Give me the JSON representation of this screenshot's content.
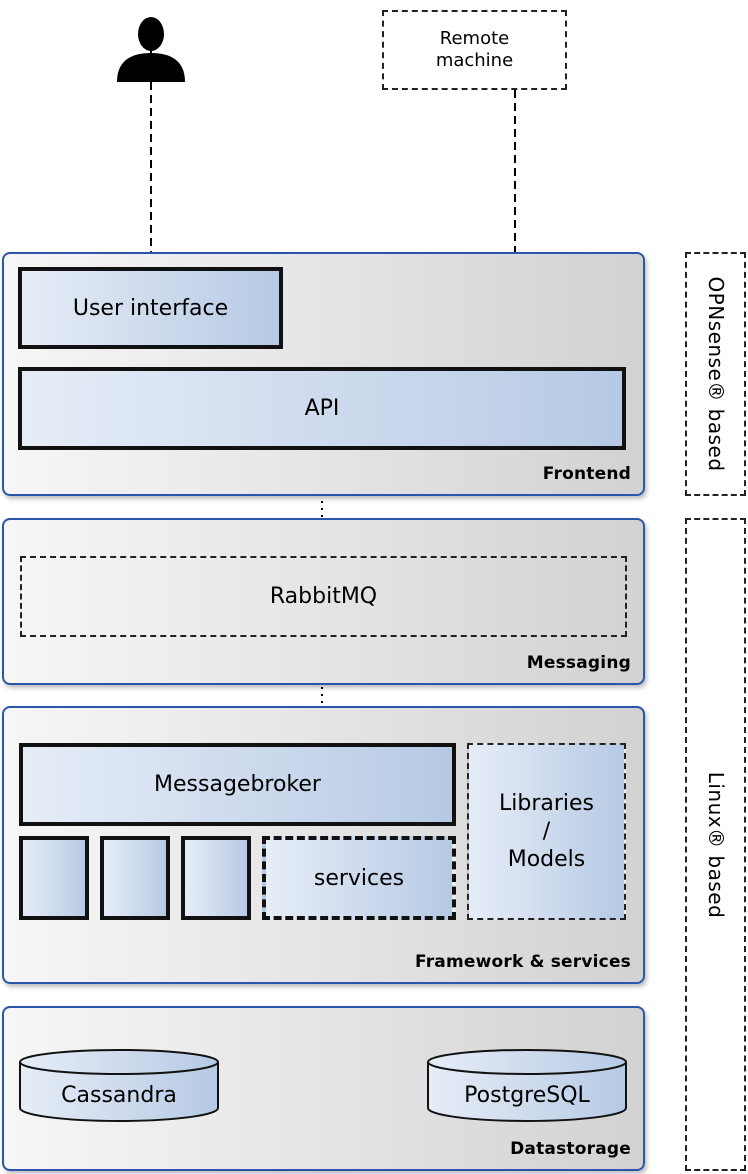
{
  "actors": {
    "user": {
      "icon": "user-icon"
    },
    "remote_machine": {
      "label_line1": "Remote",
      "label_line2": "machine"
    }
  },
  "layers": {
    "frontend": {
      "label": "Frontend",
      "user_interface": "User interface",
      "api": "API"
    },
    "messaging": {
      "label": "Messaging",
      "rabbitmq": "RabbitMQ"
    },
    "framework": {
      "label": "Framework & services",
      "messagebroker": "Messagebroker",
      "services": "services",
      "libraries_line1": "Libraries",
      "libraries_line2": "/",
      "libraries_line3": "Models"
    },
    "datastorage": {
      "label": "Datastorage",
      "db1": "Cassandra",
      "db2": "PostgreSQL"
    }
  },
  "side_labels": {
    "opnsense": "OPNsense® based",
    "linux": "Linux® based"
  },
  "colors": {
    "layer_border": "#2b55a8",
    "box_fill_light": "#e6edf7",
    "box_fill_dark": "#b6c9e4"
  }
}
